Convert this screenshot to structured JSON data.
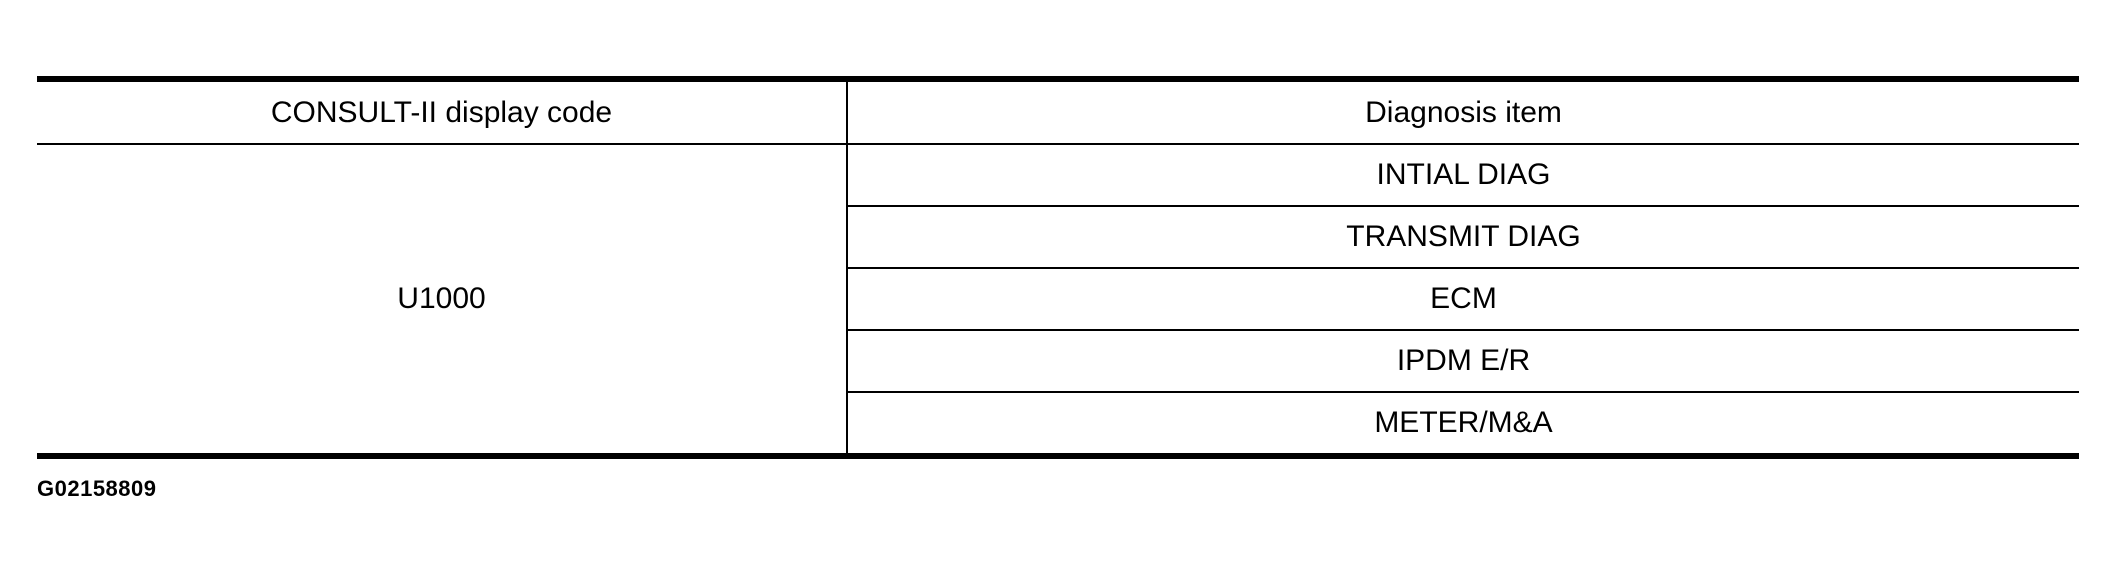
{
  "table": {
    "headers": [
      "CONSULT-II display code",
      "Diagnosis item"
    ],
    "display_code": "U1000",
    "items": [
      "INTIAL DIAG",
      "TRANSMIT DIAG",
      "ECM",
      "IPDM E/R",
      "METER/M&A"
    ]
  },
  "figure_id": "G02158809"
}
